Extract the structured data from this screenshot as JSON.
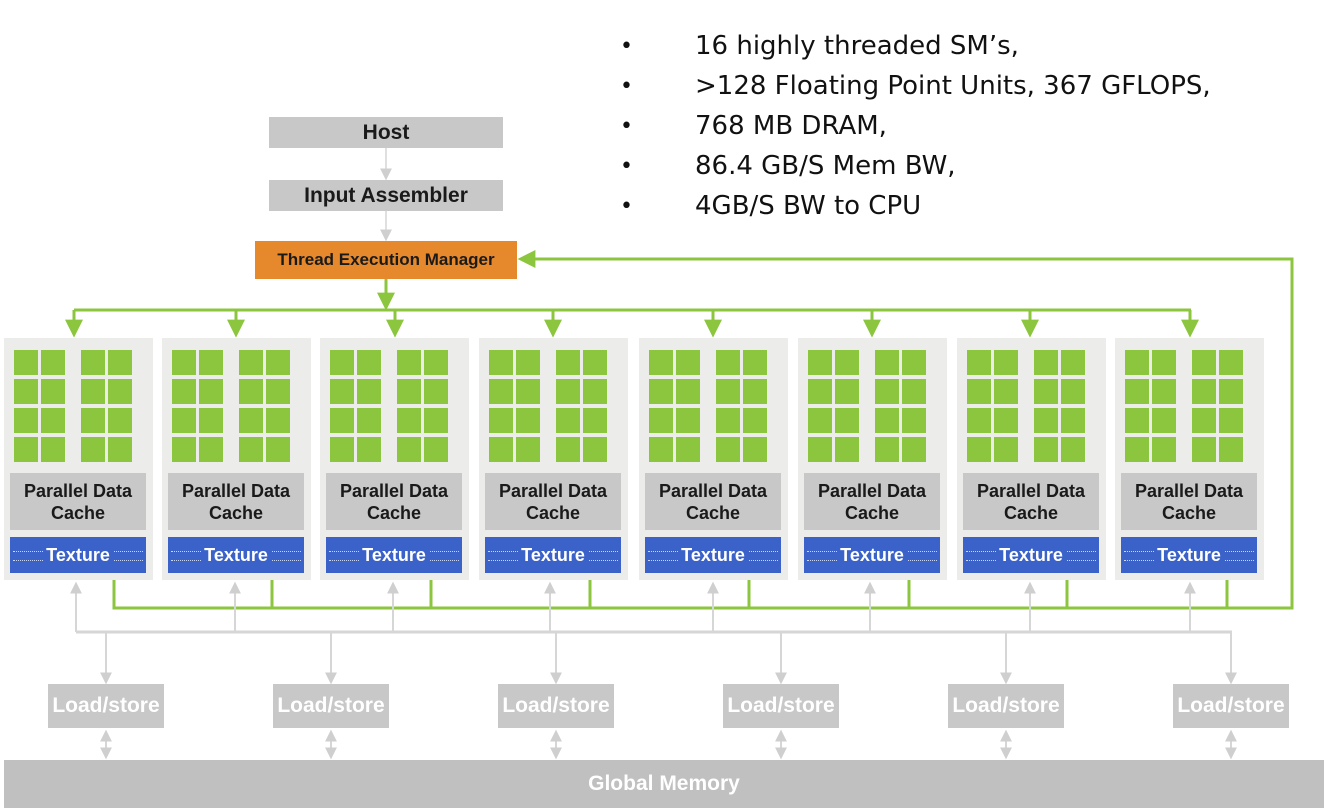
{
  "bullets": [
    "16 highly threaded SM’s,",
    ">128 Floating Point Units, 367 GFLOPS,",
    "768 MB DRAM,",
    "86.4 GB/S Mem BW,",
    "4GB/S BW to CPU"
  ],
  "bullet_symbol": "•",
  "host": "Host",
  "input_assembler": "Input Assembler",
  "thread_execution_manager": "Thread Execution Manager",
  "sm_blocks": [
    {
      "cache": "Parallel Data\nCache",
      "texture": "Texture"
    },
    {
      "cache": "Parallel Data\nCache",
      "texture": "Texture"
    },
    {
      "cache": "Parallel Data\nCache",
      "texture": "Texture"
    },
    {
      "cache": "Parallel Data\nCache",
      "texture": "Texture"
    },
    {
      "cache": "Parallel Data\nCache",
      "texture": "Texture"
    },
    {
      "cache": "Parallel Data\nCache",
      "texture": "Texture"
    },
    {
      "cache": "Parallel Data\nCache",
      "texture": "Texture"
    },
    {
      "cache": "Parallel Data\nCache",
      "texture": "Texture"
    }
  ],
  "load_store_units": [
    "Load/store",
    "Load/store",
    "Load/store",
    "Load/store",
    "Load/store",
    "Load/store"
  ],
  "global_memory": "Global Memory",
  "colors": {
    "green": "#8cc63f",
    "orange": "#e6882c",
    "texture_blue": "#3a62c9",
    "gray_box": "#c8c8c8",
    "wire_gray": "#d6d6d6"
  }
}
